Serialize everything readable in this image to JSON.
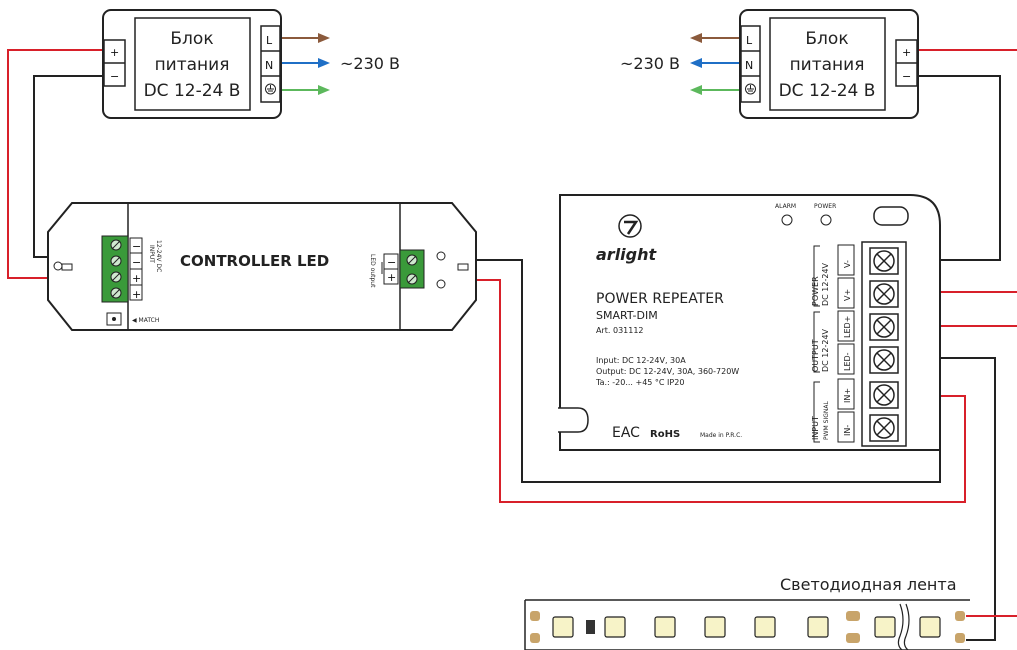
{
  "psu_left": {
    "title_line1": "Блок",
    "title_line2": "питания",
    "title_line3": "DC 12-24 В",
    "plus": "+",
    "minus": "−",
    "term_l": "L",
    "term_n": "N"
  },
  "psu_right": {
    "title_line1": "Блок",
    "title_line2": "питания",
    "title_line3": "DC 12-24 В",
    "plus": "+",
    "minus": "−",
    "term_l": "L",
    "term_n": "N"
  },
  "mains_left": "~230 В",
  "mains_right": "~230 В",
  "controller": {
    "name": "CONTROLLER LED",
    "input_line1": "INPUT",
    "input_line2": "12-24V DC",
    "output_label": "LED output",
    "match_label": "◀ MATCH",
    "term_minus": "−",
    "term_plus": "+"
  },
  "repeater": {
    "logo": "arlight",
    "alarm": "ALARM",
    "power": "POWER",
    "name": "POWER REPEATER",
    "model": "SMART-DIM",
    "art": "Art. 031112",
    "spec1": "Input: DC 12-24V, 30A",
    "spec2": "Output: DC 12-24V, 30A, 360-720W",
    "spec3": "Ta.: -20... +45 °C   IP20",
    "cert_eac": "EAC",
    "cert_rohs": "RoHS",
    "made": "Made in P.R.C.",
    "grp_power1": "POWER",
    "grp_power2": "DC 12-24V",
    "grp_output1": "OUTPUT",
    "grp_output2": "DC 12-24V",
    "grp_input1": "INPUT",
    "grp_input2": "PWM SIGNAL",
    "t_vminus": "V-",
    "t_vplus": "V+",
    "t_ledplus": "LED+",
    "t_ledminus": "LED-",
    "t_inplus": "IN+",
    "t_inminus": "IN-"
  },
  "strip_label": "Светодиодная лента",
  "colors": {
    "red": "#d8202a",
    "black": "#222222",
    "brown": "#8b5a3c",
    "blue": "#1f6fc6",
    "green": "#5cb85c",
    "terminal_green": "#3a9a3a",
    "led": "#f7f3c8",
    "pad": "#c8a46a"
  }
}
